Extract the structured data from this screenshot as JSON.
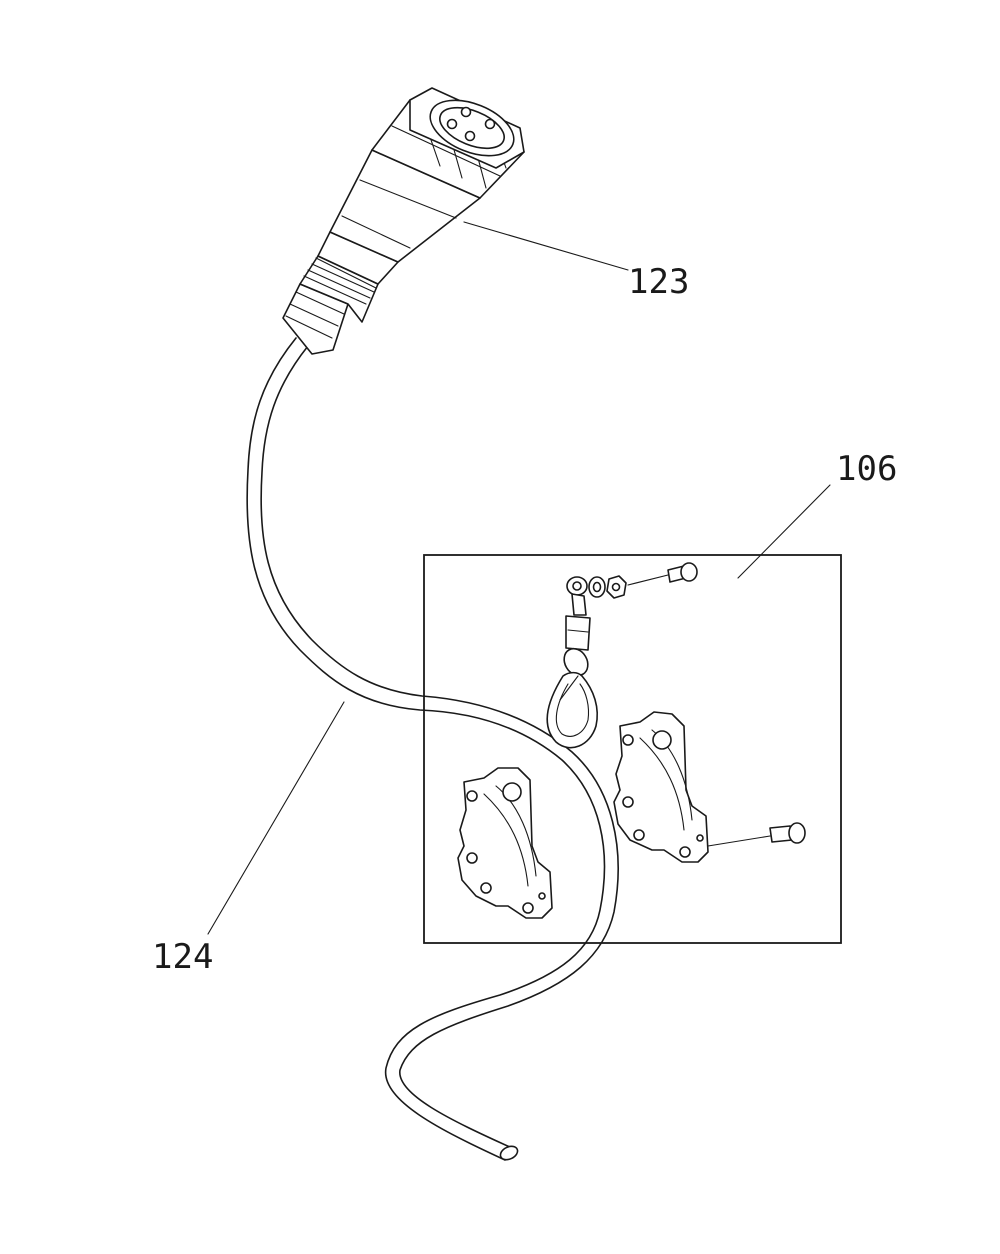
{
  "callouts": {
    "connector": "123",
    "cable": "124",
    "kit": "106"
  }
}
